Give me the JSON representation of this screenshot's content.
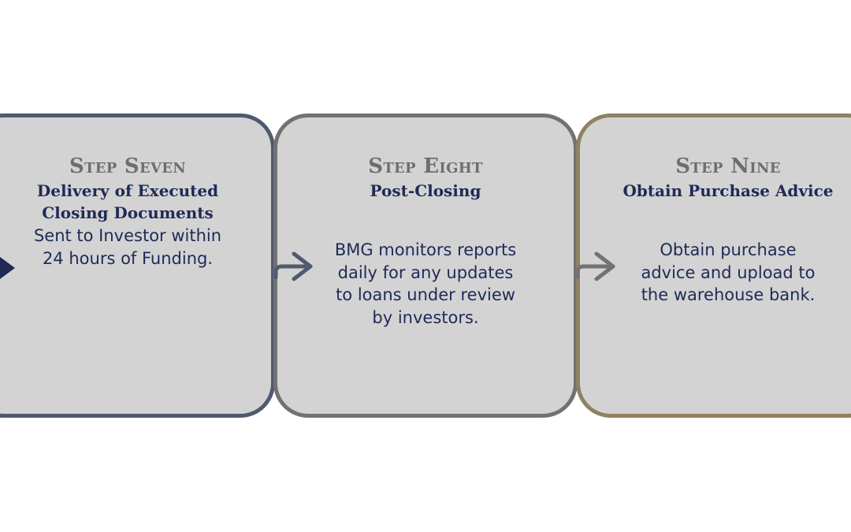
{
  "colors": {
    "card_fill": "#d3d3d3",
    "border_step_seven": "#4f5a6e",
    "border_step_eight": "#727272",
    "border_step_nine": "#8e8260",
    "title_text": "#6e6e6e",
    "body_text": "#1f2a57",
    "incoming_arrow": "#1f2a57",
    "arrow_step_eight": "#4f5a6e",
    "arrow_step_nine": "#727272"
  },
  "steps": [
    {
      "title": "Step Seven",
      "subtitle": [
        "Delivery of Executed",
        "Closing Documents"
      ],
      "body": [
        "Sent to Investor within",
        "24 hours of Funding."
      ]
    },
    {
      "title": "Step Eight",
      "subtitle": [
        "Post-Closing"
      ],
      "body": [
        "BMG monitors reports",
        "daily for any updates",
        "to loans under review",
        "by investors."
      ]
    },
    {
      "title": "Step Nine",
      "subtitle": [
        "Obtain Purchase Advice"
      ],
      "body": [
        "Obtain purchase",
        "advice and upload to",
        "the warehouse bank."
      ]
    }
  ],
  "icons": {
    "incoming": "arrowhead-right-icon",
    "connector": "arrow-right-icon"
  }
}
